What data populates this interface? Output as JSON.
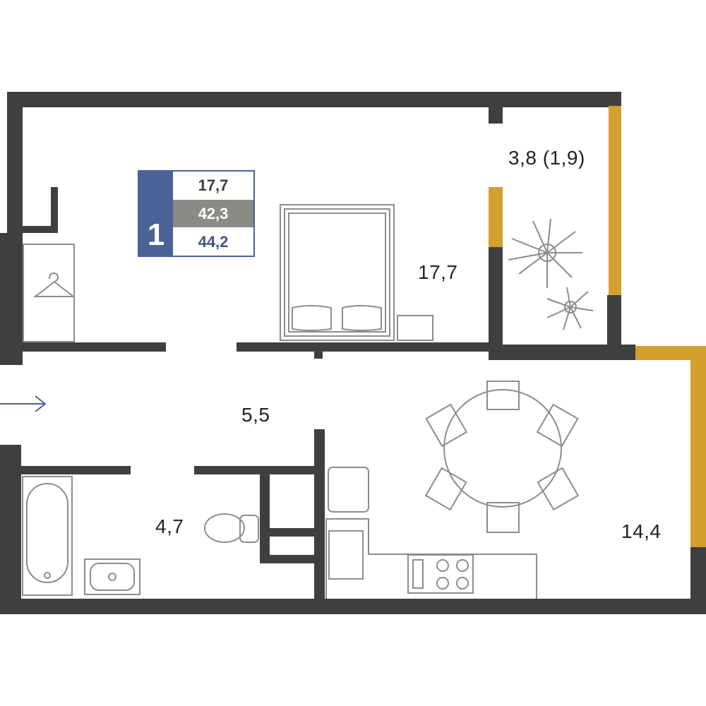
{
  "colors": {
    "wall": "#3f3f3f",
    "balcony_wall": "#d3a02d",
    "badge": "#4a6296",
    "furniture": "#8c8c8c"
  },
  "badge": {
    "rooms": "1",
    "living_area": "17,7",
    "total_area_wo_balcony": "42,3",
    "total_area": "44,2"
  },
  "rooms": {
    "bedroom": "17,7",
    "balcony": "3,8 (1,9)",
    "hallway": "5,5",
    "bathroom": "4,7",
    "kitchen": "14,4"
  },
  "icons": [
    "entrance-arrow-icon",
    "hanger-icon",
    "bed-icon",
    "plant-icon",
    "dining-table-icon",
    "toilet-icon",
    "bathtub-icon",
    "sink-icon",
    "stove-icon"
  ]
}
